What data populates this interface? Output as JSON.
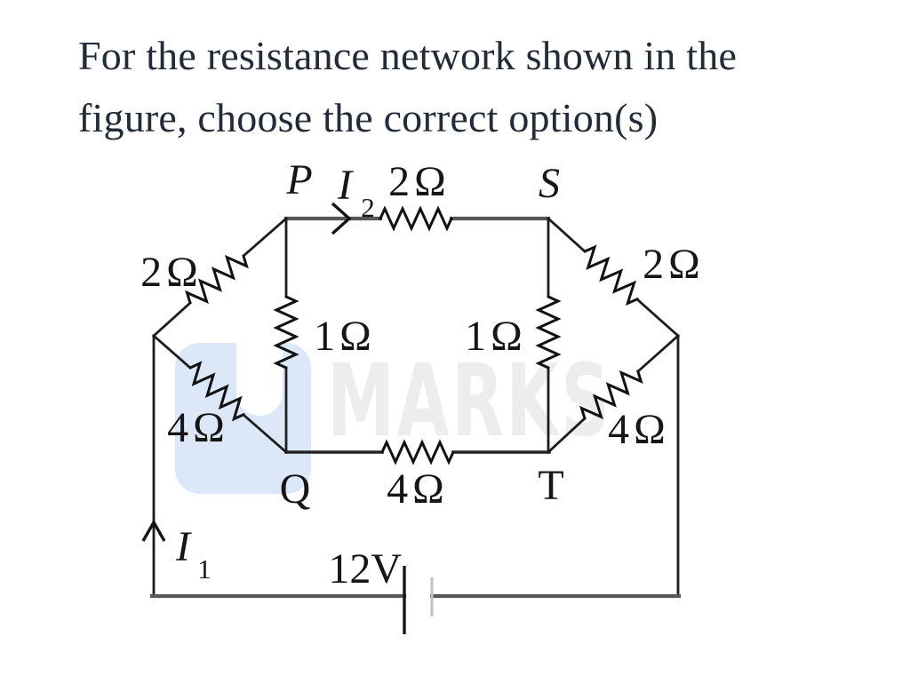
{
  "title": {
    "line1": "For the resistance network shown in the",
    "line2": "figure, choose the correct option(s)"
  },
  "watermark": {
    "text": "MARKS",
    "logo_color": "#dce8f8",
    "text_color": "#ededed"
  },
  "circuit": {
    "nodes": {
      "p": "P",
      "s": "S",
      "q": "Q",
      "t": "T"
    },
    "currents": {
      "i1_base": "I",
      "i1_sub": "1",
      "i2_base": "I",
      "i2_sub": "2"
    },
    "resistors": {
      "outer_top_left": "2Ω",
      "outer_top_right": "2Ω",
      "outer_bottom_left": "4Ω",
      "outer_bottom_right": "4Ω",
      "inner_top": "2Ω",
      "inner_left": "1Ω",
      "inner_right": "1Ω",
      "inner_bottom": "4Ω"
    },
    "battery_label": "12V"
  },
  "colors": {
    "wire": "#1d1d1d",
    "thick_wire": "#585858",
    "title_text": "#232a38",
    "label_text": "#161616"
  }
}
